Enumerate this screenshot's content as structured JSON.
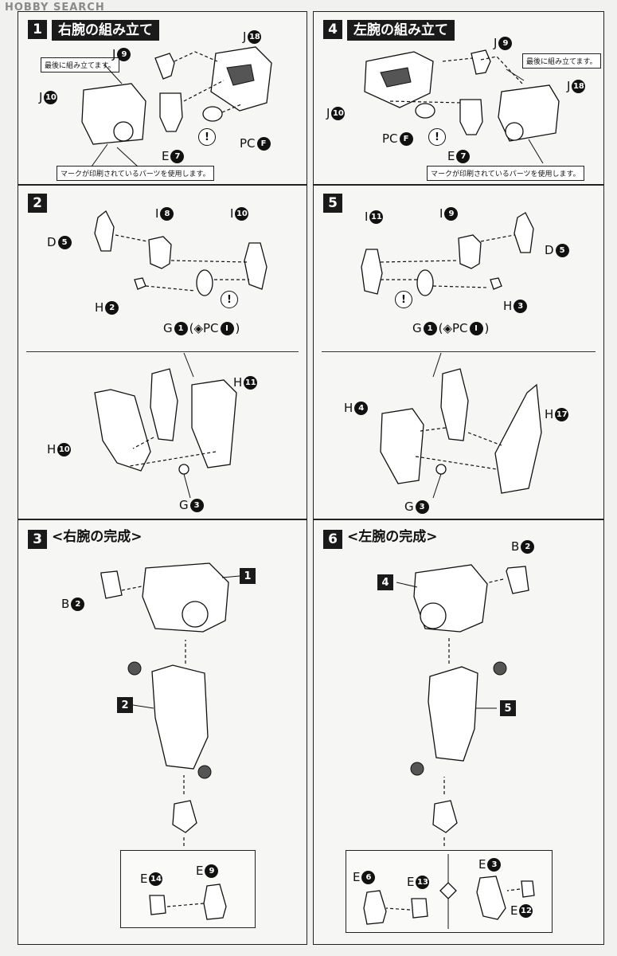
{
  "watermark": "HOBBY SEARCH",
  "steps": {
    "s1": {
      "no": "1",
      "title": "右腕の組み立て",
      "note_top": "最後に組み立てます。",
      "note_bottom": "マークが印刷されているパーツを使用します。",
      "labels": {
        "j9": "J",
        "j9n": "9",
        "j18": "J",
        "j18n": "18",
        "j10": "J",
        "j10n": "10",
        "e7": "E",
        "e7n": "7",
        "pcf": "PC",
        "pcfn": "F"
      }
    },
    "s4": {
      "no": "4",
      "title": "左腕の組み立て",
      "note_top": "最後に組み立てます。",
      "note_bottom": "マークが印刷されているパーツを使用します。",
      "labels": {
        "j9": "J",
        "j9n": "9",
        "j18": "J",
        "j18n": "18",
        "j10": "J",
        "j10n": "10",
        "e7": "E",
        "e7n": "7",
        "pcf": "PC",
        "pcfn": "F"
      }
    },
    "s2": {
      "no": "2",
      "labels": {
        "d5": "D",
        "d5n": "5",
        "i8": "I",
        "i8n": "8",
        "i10": "I",
        "i10n": "10",
        "h2": "H",
        "h2n": "2",
        "g1": "G",
        "g1n": "1",
        "g1pc": "(◈PC",
        "g1pcn": "I",
        "g1close": ")",
        "h11": "H",
        "h11n": "11",
        "h10": "H",
        "h10n": "10",
        "g3": "G",
        "g3n": "3"
      }
    },
    "s5": {
      "no": "5",
      "labels": {
        "i11": "I",
        "i11n": "11",
        "i9": "I",
        "i9n": "9",
        "d5": "D",
        "d5n": "5",
        "h3": "H",
        "h3n": "3",
        "g1": "G",
        "g1n": "1",
        "g1pc": "(◈PC",
        "g1pcn": "I",
        "g1close": ")",
        "h4": "H",
        "h4n": "4",
        "h17": "H",
        "h17n": "17",
        "g3": "G",
        "g3n": "3"
      }
    },
    "s3": {
      "no": "3",
      "title": "<右腕の完成>",
      "labels": {
        "b2": "B",
        "b2n": "2",
        "ref1": "1",
        "ref2": "2",
        "e14": "E",
        "e14n": "14",
        "e9": "E",
        "e9n": "9"
      }
    },
    "s6": {
      "no": "6",
      "title": "<左腕の完成>",
      "labels": {
        "b2": "B",
        "b2n": "2",
        "ref4": "4",
        "ref5": "5",
        "e6": "E",
        "e6n": "6",
        "e13": "E",
        "e13n": "13",
        "e3": "E",
        "e3n": "3",
        "e12": "E",
        "e12n": "12"
      }
    },
    "warn_symbol": "!"
  }
}
